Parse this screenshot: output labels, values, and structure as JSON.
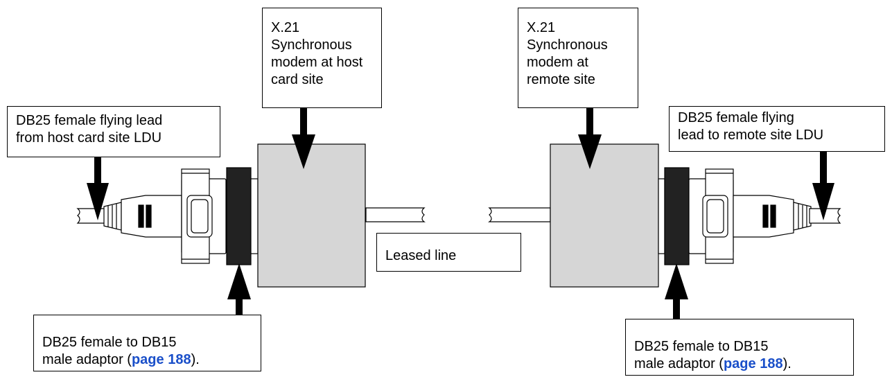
{
  "labels": {
    "modem_host": {
      "lines": [
        "X.21",
        "Synchronous",
        "modem at host",
        "card site"
      ]
    },
    "modem_remote": {
      "lines": [
        "X.21",
        "Synchronous",
        "modem at",
        "remote site"
      ]
    },
    "lead_host": {
      "lines": [
        "DB25 female flying lead",
        "from host card site LDU"
      ]
    },
    "lead_remote": {
      "lines": [
        "DB25 female flying",
        "lead to remote site LDU"
      ]
    },
    "leased_line": "Leased line",
    "adaptor_left": {
      "line1": "DB25 female to DB15",
      "line2_prefix": "male adaptor (",
      "link": "page 188",
      "line2_suffix": ")."
    },
    "adaptor_right": {
      "line1": "DB25 female to DB15",
      "line2_prefix": "male adaptor (",
      "link": "page 188",
      "line2_suffix": ")."
    }
  },
  "colors": {
    "modem_fill": "#d6d6d6",
    "adaptor_fill": "#222222",
    "link": "#1a4fc9"
  }
}
